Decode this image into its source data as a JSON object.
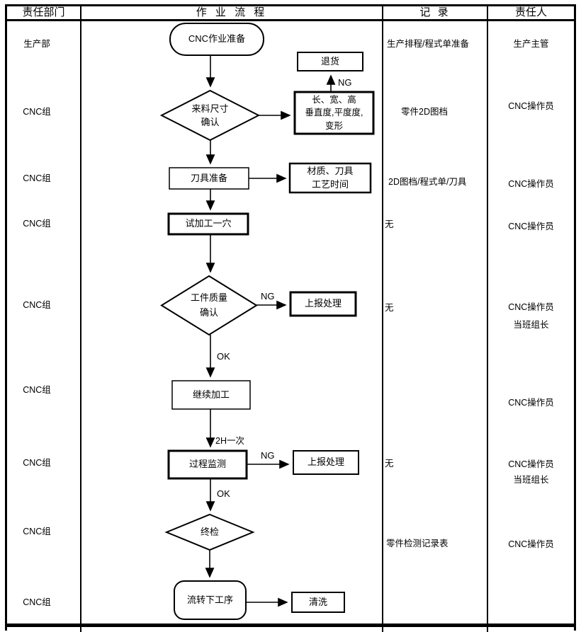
{
  "header": {
    "department": "责任部门",
    "process": "作 业 流 程",
    "record": "记  录",
    "person": "责任人"
  },
  "departments": [
    "生产部",
    "CNC组",
    "CNC组",
    "CNC组",
    "CNC组",
    "CNC组",
    "CNC组",
    "CNC组",
    "CNC组"
  ],
  "records": [
    "生产排程/程式单准备",
    "零件2D图档",
    "2D图档/程式单/刀具",
    "无",
    "无",
    "无",
    "零件检测记录表"
  ],
  "persons": [
    "生产主管",
    "CNC操作员",
    "CNC操作员",
    "CNC操作员",
    "CNC操作员",
    "当班组长",
    "CNC操作员",
    "CNC操作员",
    "当班组长",
    "CNC操作员"
  ],
  "flow": {
    "nodes": {
      "start": "CNC作业准备",
      "incoming_check": "来料尺寸\n确认",
      "return_goods": "退货",
      "dimension_note": "长、宽、高\n垂直度,平度度,\n变形",
      "tool_prep": "刀具准备",
      "tool_note": "材质、刀具\n工艺时间",
      "trial_cut": "试加工一穴",
      "quality_check": "工件质量\n确认",
      "report_1": "上报处理",
      "continue_work": "继续加工",
      "monitor": "过程监测",
      "report_2": "上报处理",
      "final_inspection": "终检",
      "next_process": "流转下工序",
      "clean": "清洗"
    },
    "edge_labels": {
      "ng_top": "NG",
      "ng_mid": "NG",
      "ng_low": "NG",
      "ok_1": "OK",
      "ok_2": "OK",
      "freq": "2H一次"
    }
  },
  "colors": {
    "ink": "#000000",
    "paper": "#ffffff"
  }
}
